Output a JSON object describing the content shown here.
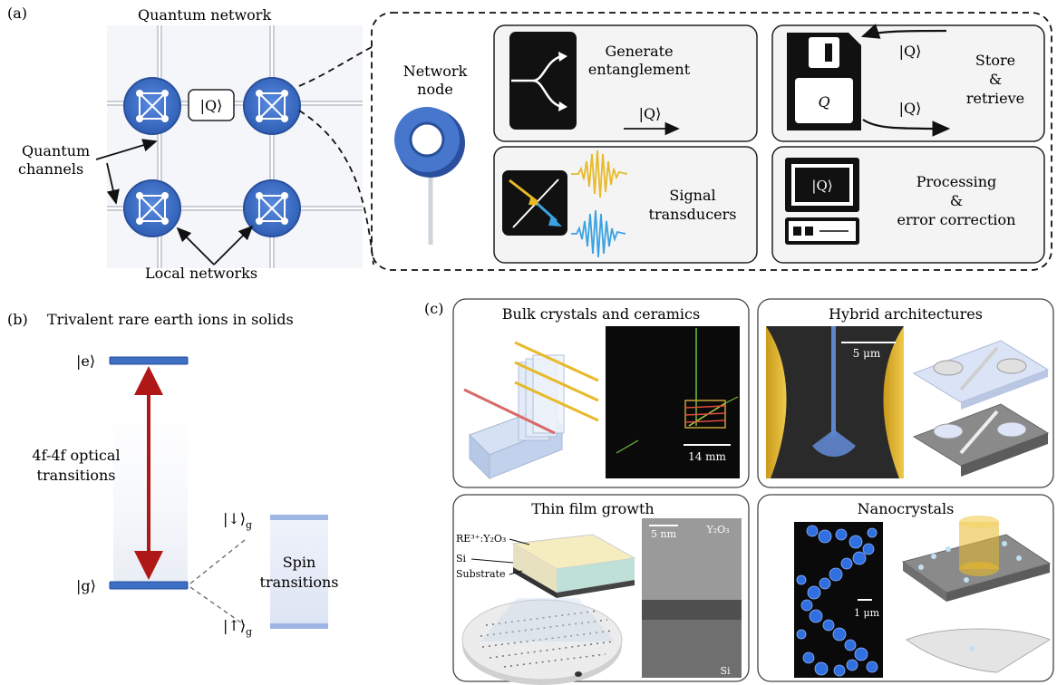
{
  "panel_a": {
    "label": "(a)",
    "title": "Quantum network",
    "channels_label_1": "Quantum",
    "channels_label_2": "channels",
    "local_networks": "Local networks",
    "state_ket": "|Q⟩",
    "node_label_1": "Network",
    "node_label_2": "node",
    "boxes": {
      "entangle": {
        "line1": "Generate",
        "line2": "entanglement",
        "ket": "|Q⟩"
      },
      "store": {
        "line1": "Store",
        "line2": "&",
        "line3": "retrieve",
        "ket_top": "|Q⟩",
        "ket_bottom": "|Q⟩",
        "disk_letter": "Q"
      },
      "transducer": {
        "line1": "Signal",
        "line2": "transducers"
      },
      "processing": {
        "line1": "Processing",
        "line2": "&",
        "line3": "error correction",
        "screen_ket": "|Q⟩"
      }
    },
    "colors": {
      "node_blue": "#3d6fc4",
      "node_dark": "#2a4f9c",
      "gold": "#e8b928",
      "cyan": "#3aa2e0"
    }
  },
  "panel_b": {
    "label": "(b)",
    "title": "Trivalent rare earth ions in solids",
    "excited": "|e⟩",
    "ground": "|g⟩",
    "optical_1": "4f-4f optical",
    "optical_2": "transitions",
    "spin_down": "|↓⟩",
    "spin_up": "|↑⟩",
    "spin_sub": "g",
    "spin_1": "Spin",
    "spin_2": "transitions",
    "colors": {
      "level": "#3d6fc4",
      "arrow": "#b01818"
    }
  },
  "panel_c": {
    "label": "(c)",
    "bulk": {
      "title": "Bulk crystals and ceramics",
      "scale": "14 mm"
    },
    "hybrid": {
      "title": "Hybrid architectures",
      "scale": "5 μm"
    },
    "thin": {
      "title": "Thin film growth",
      "layer_1": "RE³⁺:Y₂O₃",
      "layer_2": "Si",
      "layer_3": "Substrate",
      "scale": "5 nm",
      "tem_top": "Y₂O₃",
      "tem_bottom": "Si"
    },
    "nano": {
      "title": "Nanocrystals",
      "scale": "1 μm"
    }
  }
}
